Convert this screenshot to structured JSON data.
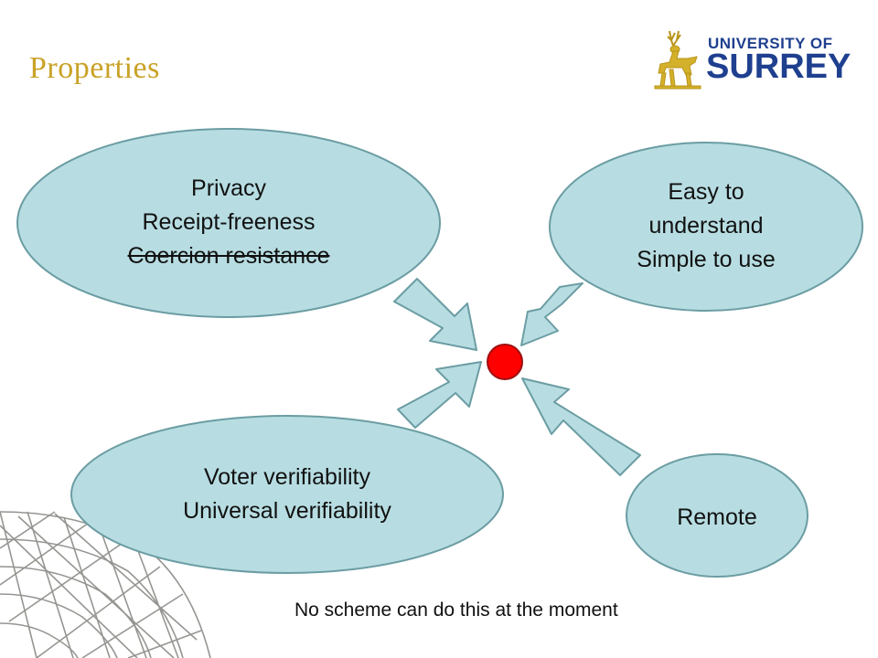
{
  "slide": {
    "title": "Properties",
    "footnote": "No scheme can do this at the moment"
  },
  "logo": {
    "line1": "UNIVERSITY OF",
    "line2": "SURREY",
    "icon": "stag-icon"
  },
  "nodes": {
    "privacy": {
      "lines": [
        "Privacy",
        "Receipt-freeness",
        "Coercion resistance"
      ],
      "struck_line": "Coercion resistance"
    },
    "usability": {
      "lines": [
        "Easy to",
        "understand",
        "Simple to use"
      ]
    },
    "verifiability": {
      "lines": [
        "Voter verifiability",
        "Universal verifiability"
      ]
    },
    "remote": {
      "lines": [
        "Remote"
      ]
    }
  },
  "colors": {
    "title": "#c9a227",
    "node_fill": "#b7dde2",
    "node_stroke": "#6b9da3",
    "target_dot": "#ff0000",
    "logo": "#1f3f8f"
  }
}
